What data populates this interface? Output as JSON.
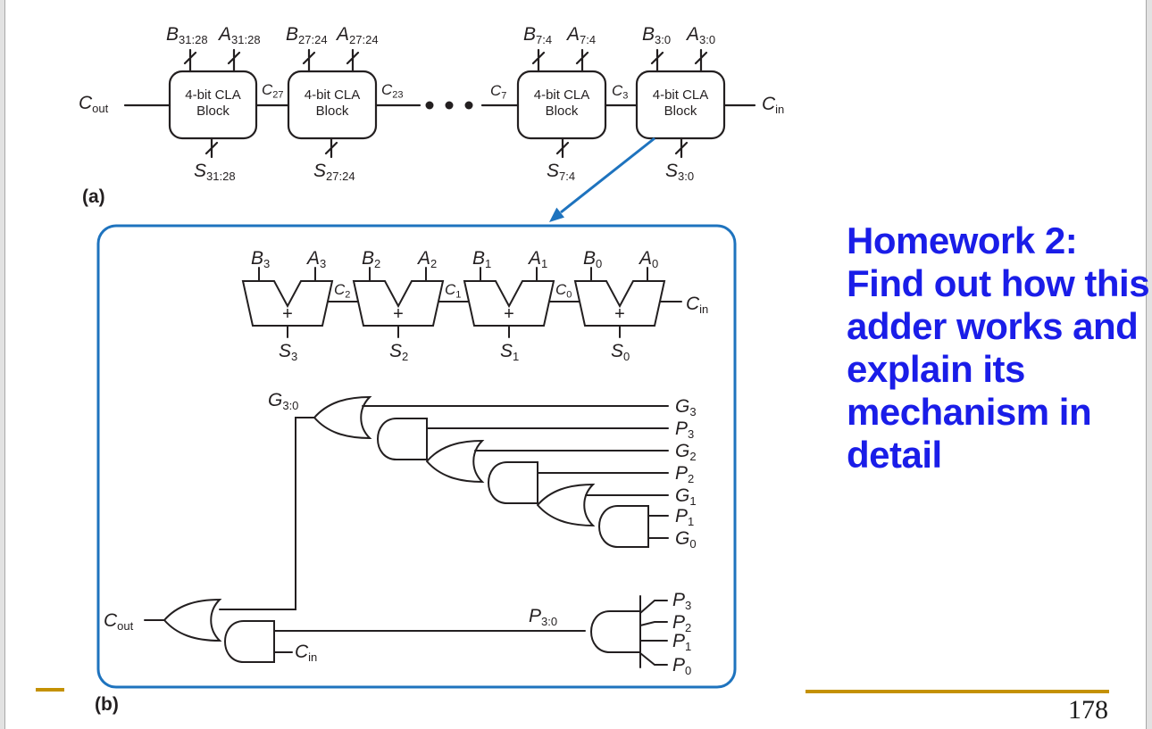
{
  "colors": {
    "box_blue": "#1e73be",
    "note_blue": "#1a1de8",
    "gold": "#c49102",
    "ink": "#231f20"
  },
  "page_number": "178",
  "note": {
    "lines": [
      "Homework 2:",
      "Find out how this",
      "adder works and",
      "explain its",
      "mechanism in",
      "detail"
    ]
  },
  "figure_a": {
    "caption": "(a)",
    "block_label": {
      "line1": "4-bit CLA",
      "line2": "Block"
    },
    "labels": {
      "cout": {
        "base": "C",
        "sub": "out"
      },
      "c27": {
        "base": "C",
        "sub": "27"
      },
      "c23": {
        "base": "C",
        "sub": "23"
      },
      "c7": {
        "base": "C",
        "sub": "7"
      },
      "c3": {
        "base": "C",
        "sub": "3"
      },
      "cin": {
        "base": "C",
        "sub": "in"
      },
      "b31_28": {
        "base": "B",
        "sub": "31:28"
      },
      "a31_28": {
        "base": "A",
        "sub": "31:28"
      },
      "b27_24": {
        "base": "B",
        "sub": "27:24"
      },
      "a27_24": {
        "base": "A",
        "sub": "27:24"
      },
      "b7_4": {
        "base": "B",
        "sub": "7:4"
      },
      "a7_4": {
        "base": "A",
        "sub": "7:4"
      },
      "b3_0": {
        "base": "B",
        "sub": "3:0"
      },
      "a3_0": {
        "base": "A",
        "sub": "3:0"
      },
      "s31_28": {
        "base": "S",
        "sub": "31:28"
      },
      "s27_24": {
        "base": "S",
        "sub": "27:24"
      },
      "s7_4": {
        "base": "S",
        "sub": "7:4"
      },
      "s3_0": {
        "base": "S",
        "sub": "3:0"
      }
    }
  },
  "figure_b": {
    "caption": "(b)",
    "labels": {
      "b3": {
        "base": "B",
        "sub": "3"
      },
      "a3": {
        "base": "A",
        "sub": "3"
      },
      "b2": {
        "base": "B",
        "sub": "2"
      },
      "a2": {
        "base": "A",
        "sub": "2"
      },
      "b1": {
        "base": "B",
        "sub": "1"
      },
      "a1": {
        "base": "A",
        "sub": "1"
      },
      "b0": {
        "base": "B",
        "sub": "0"
      },
      "a0": {
        "base": "A",
        "sub": "0"
      },
      "c2": {
        "base": "C",
        "sub": "2"
      },
      "c1": {
        "base": "C",
        "sub": "1"
      },
      "c0": {
        "base": "C",
        "sub": "0"
      },
      "cin_adder": {
        "base": "C",
        "sub": "in"
      },
      "s3": {
        "base": "S",
        "sub": "3"
      },
      "s2": {
        "base": "S",
        "sub": "2"
      },
      "s1": {
        "base": "S",
        "sub": "1"
      },
      "s0": {
        "base": "S",
        "sub": "0"
      },
      "plus": "+",
      "g30": {
        "base": "G",
        "sub": "3:0"
      },
      "g3": {
        "base": "G",
        "sub": "3"
      },
      "p3": {
        "base": "P",
        "sub": "3"
      },
      "g2": {
        "base": "G",
        "sub": "2"
      },
      "p2": {
        "base": "P",
        "sub": "2"
      },
      "g1": {
        "base": "G",
        "sub": "1"
      },
      "p1": {
        "base": "P",
        "sub": "1"
      },
      "g0": {
        "base": "G",
        "sub": "0"
      },
      "cout": {
        "base": "C",
        "sub": "out"
      },
      "cin_gate": {
        "base": "C",
        "sub": "in"
      },
      "p30": {
        "base": "P",
        "sub": "3:0"
      },
      "p3_in": {
        "base": "P",
        "sub": "3"
      },
      "p2_in": {
        "base": "P",
        "sub": "2"
      },
      "p1_in": {
        "base": "P",
        "sub": "1"
      },
      "p0_in": {
        "base": "P",
        "sub": "0"
      }
    }
  }
}
